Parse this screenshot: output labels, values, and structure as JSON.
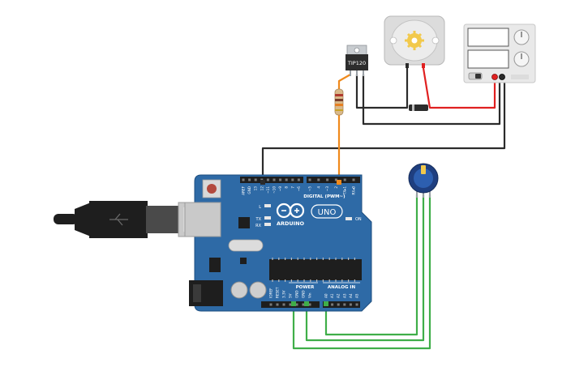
{
  "board": {
    "brand": "ARDUINO",
    "model": "UNO",
    "digital_header": "DIGITAL (PWM~)",
    "power_header": "POWER",
    "analog_header": "ANALOG IN",
    "on_label": "ON",
    "l_label": "L",
    "tx_label": "TX",
    "rx_label": "RX",
    "digital_pins": [
      "AREF",
      "GND",
      "13",
      "12",
      "~11",
      "~10",
      "~9",
      "8",
      "7",
      "~6",
      "~5",
      "4",
      "~3",
      "2",
      "TX▸1",
      "RX◂0"
    ],
    "power_pins": [
      "IOREF",
      "RESET",
      "3.3V",
      "5V",
      "GND",
      "GND",
      "Vin"
    ],
    "analog_pins": [
      "A0",
      "A1",
      "A2",
      "A3",
      "A4",
      "A5"
    ]
  },
  "transistor": {
    "label": "TIP120"
  },
  "colors": {
    "board": "#2e6aa6",
    "board_edge": "#1f4f80",
    "wire_black": "#2b2b2b",
    "wire_red": "#e02020",
    "wire_green": "#3fae49",
    "wire_orange": "#f08a1c",
    "motor_gear": "#f2c94c"
  }
}
